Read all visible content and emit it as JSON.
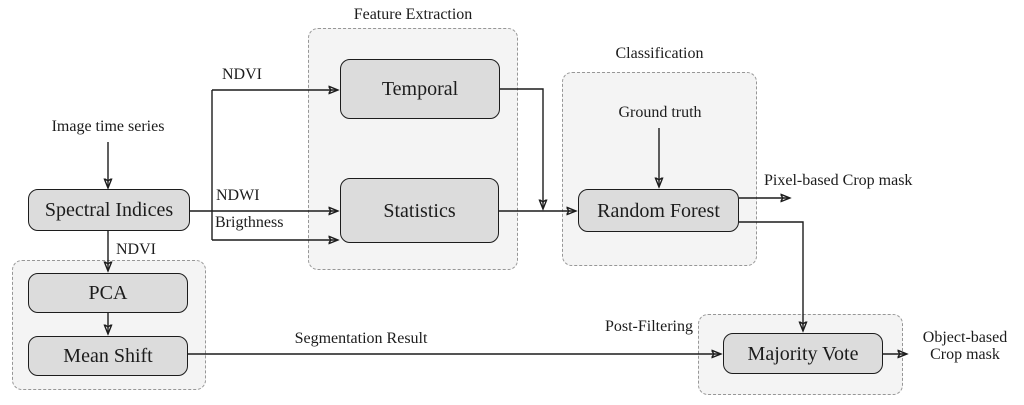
{
  "groups": {
    "feature_extraction": {
      "label": "Feature Extraction"
    },
    "classification": {
      "label": "Classification"
    },
    "post_filtering": {
      "label": "Post-Filtering"
    }
  },
  "nodes": {
    "spectral_indices": "Spectral Indices",
    "temporal": "Temporal",
    "statistics": "Statistics",
    "random_forest": "Random Forest",
    "pca": "PCA",
    "mean_shift": "Mean Shift",
    "majority_vote": "Majority Vote"
  },
  "edge_labels": {
    "ndvi_to_temporal": "NDVI",
    "ndwi": "NDWI",
    "brightness": "Brigthness",
    "ndvi_to_pca": "NDVI",
    "segmentation_result": "Segmentation Result",
    "ground_truth": "Ground truth"
  },
  "inputs_outputs": {
    "input": "Image time series",
    "pixel_based_output": "Pixel-based Crop mask",
    "object_based_output_line1": "Object-based",
    "object_based_output_line2": "Crop mask"
  },
  "colors": {
    "node_fill": "#dcdcdc",
    "node_border": "#1c1c1c",
    "group_fill": "#f4f4f4",
    "group_border": "#979797",
    "line": "#1c1c1c",
    "text": "#1c1c1c",
    "background": "#ffffff"
  }
}
